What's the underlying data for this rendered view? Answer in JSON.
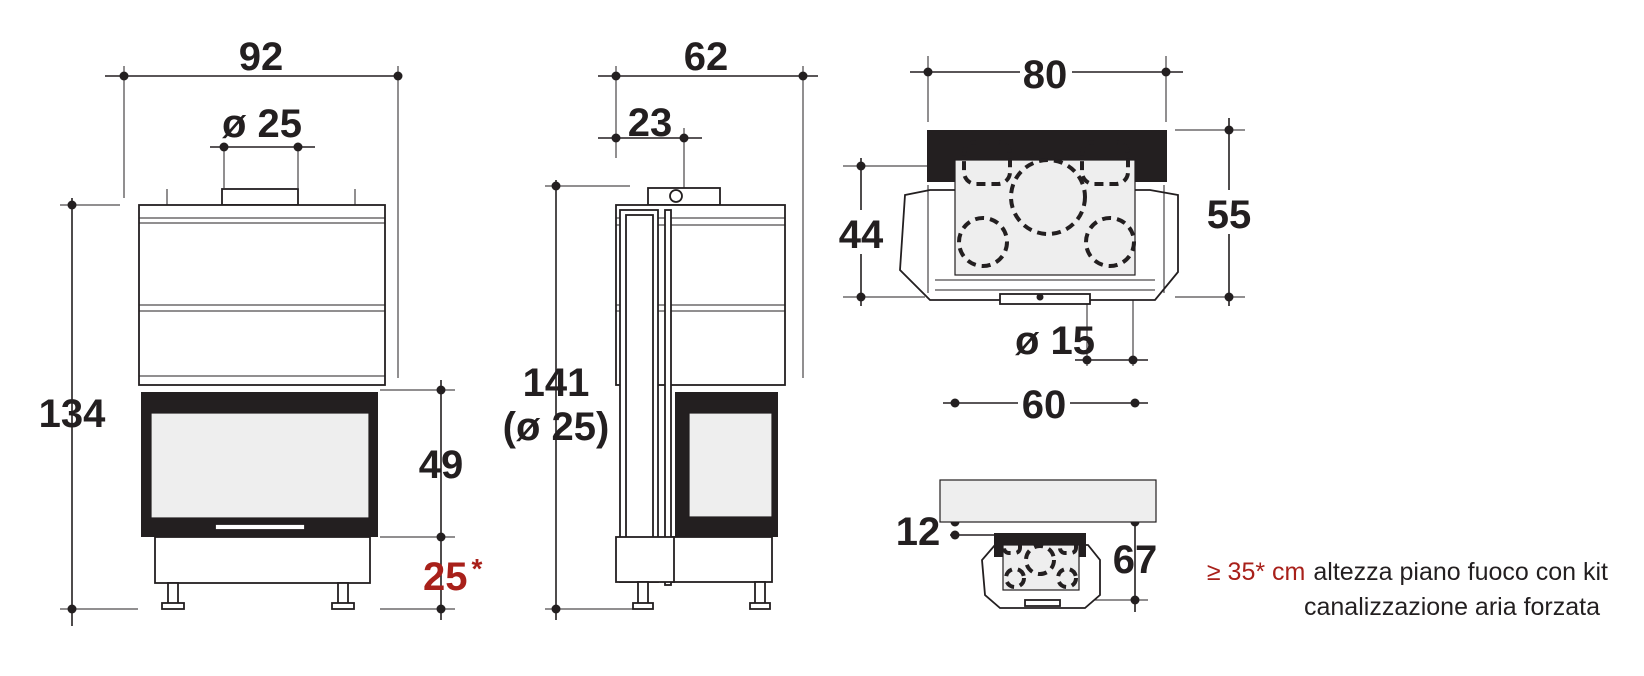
{
  "colors": {
    "ink": "#231f20",
    "accent": "#a8201a",
    "glass": "#eeeeee"
  },
  "front_view": {
    "width": "92",
    "flue_diameter": "ø 25",
    "height": "134",
    "door_height": "49",
    "base_height": "25",
    "base_height_mark": "*"
  },
  "side_view": {
    "depth": "62",
    "flue_offset": "23",
    "flue_height": "141",
    "flue_height_note": "(ø 25)"
  },
  "top_view": {
    "width": "80",
    "depth_outer": "55",
    "depth_inner": "44",
    "air_intake_diameter": "ø 15",
    "opening_width": "60"
  },
  "hearth_view": {
    "thickness": "12",
    "depth": "67"
  },
  "note": {
    "highlight": "≥ 35* cm",
    "line1": "altezza piano fuoco con kit",
    "line2": "canalizzazione aria forzata"
  }
}
